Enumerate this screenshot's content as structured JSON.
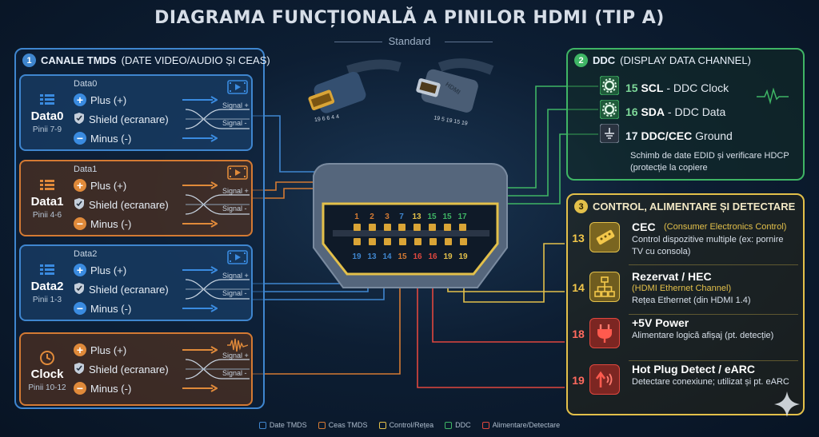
{
  "title": "DIAGRAMA FUNCȚIONALĂ A PINILOR HDMI (TIP A)",
  "subtitle": "Standard",
  "colors": {
    "tmds": "#3f86cf",
    "clock": "#d47a33",
    "control": "#e3c04a",
    "ddc": "#3fb565",
    "power": "#e0473e"
  },
  "tmds_section": {
    "number": "1",
    "title": "CANALE TMDS",
    "title_light": "(DATE VIDEO/AUDIO ȘI CEAS)",
    "cards": [
      {
        "name": "Data0",
        "pins": "Pinii 7-9",
        "sub": "Data0",
        "plus": "Plus (+)",
        "shield": "Shield (ecranare)",
        "minus": "Minus (-)",
        "sig_plus": "Signal +",
        "sig_minus": "Signal -",
        "icon": "video-icon"
      },
      {
        "name": "Data1",
        "pins": "Pinii 4-6",
        "sub": "Data1",
        "plus": "Plus (+)",
        "shield": "Shield (ecranare)",
        "minus": "Minus (-)",
        "sig_plus": "Signal +",
        "sig_minus": "Signal -",
        "icon": "video-icon"
      },
      {
        "name": "Data2",
        "pins": "Pinii 1-3",
        "sub": "Data2",
        "plus": "Plus (+)",
        "shield": "Shield (ecranare)",
        "minus": "Minus (-)",
        "sig_plus": "Signal +",
        "sig_minus": "Signal -",
        "icon": "video-icon"
      },
      {
        "name": "Clock",
        "pins": "Pinii 10-12",
        "sub": "",
        "plus": "Plus (+)",
        "shield": "Shield (ecranare)",
        "minus": "Minus (-)",
        "sig_plus": "Signal +",
        "sig_minus": "Signal -",
        "icon": "waveform-icon"
      }
    ]
  },
  "cables": {
    "left_pins": "19 6 6 4 4",
    "right_pins": "19 5 19 15 19",
    "logo": "HDMI"
  },
  "connector": {
    "top_row": [
      "1",
      "2",
      "3",
      "7",
      "13",
      "15",
      "15",
      "17"
    ],
    "bottom_row": [
      "19",
      "13",
      "14",
      "15",
      "16",
      "16",
      "19",
      "19"
    ]
  },
  "ddc_section": {
    "number": "2",
    "title": "DDC",
    "title_light": "(DISPLAY DATA CHANNEL)",
    "items": [
      {
        "num": "15",
        "name": "SCL",
        "desc": "- DDC Clock",
        "icon": "gear-icon"
      },
      {
        "num": "16",
        "name": "SDA",
        "desc": "- DDC Data",
        "icon": "gear-icon"
      },
      {
        "num": "17",
        "name": "DDC/CEC",
        "desc": "Ground",
        "icon": "ground-icon"
      }
    ],
    "note": "Schimb de date EDID și verificare HDCP (protecție la copiere"
  },
  "control_section": {
    "number": "3",
    "title": "CONTROL, ALIMENTARE ȘI DETECTARE",
    "items": [
      {
        "num": "13",
        "title": "CEC",
        "title_extra": "(Consumer Electronics Control)",
        "desc": "Control dispozitive multiple (ex: pornire TV cu consola)",
        "icon": "remote-icon"
      },
      {
        "num": "14",
        "title": "Rezervat / HEC",
        "title_extra": "(HDMI Ethernet Channel)",
        "desc": "Rețea Ethernet (din HDMI 1.4)",
        "icon": "network-icon"
      },
      {
        "num": "18",
        "title": "+5V Power",
        "title_extra": "",
        "desc": "Alimentare logică afișaj (pt. detecție)",
        "icon": "plug-icon"
      },
      {
        "num": "19",
        "title": "Hot Plug Detect / eARC",
        "title_extra": "",
        "desc": "Detectare conexiune; utilizat și pt. eARC",
        "icon": "hotplug-icon"
      }
    ]
  },
  "legend": [
    "Date TMDS",
    "Ceas TMDS",
    "Control/Rețea",
    "DDC",
    "Alimentare/Detectare"
  ]
}
